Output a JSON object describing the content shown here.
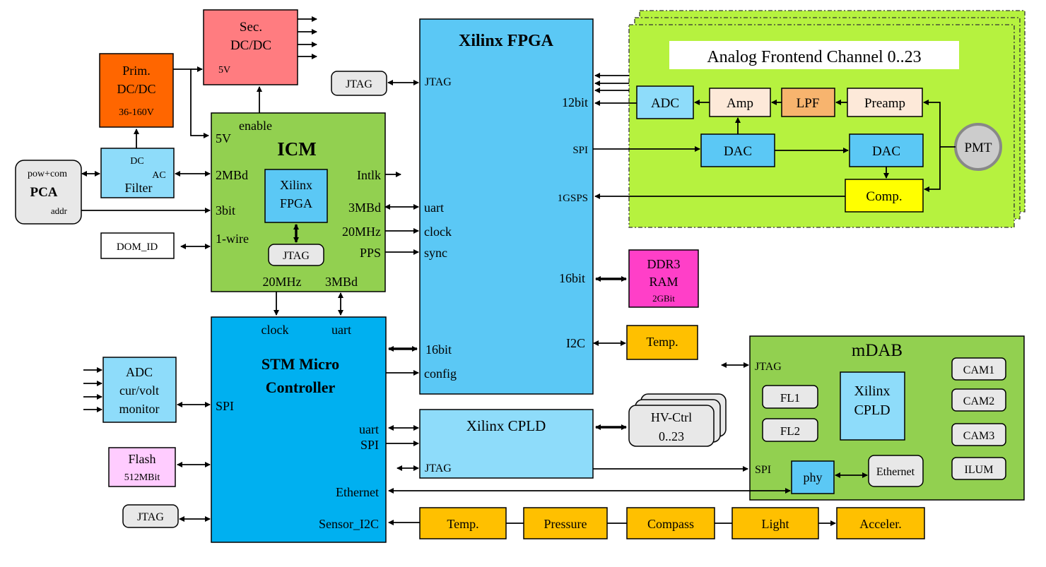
{
  "colors": {
    "fpga_blue": "#5BC8F5",
    "stm_blue": "#00B0F0",
    "icm_green": "#92D050",
    "mdab_green": "#92D050",
    "afe_green": "#B6F23F",
    "light_blue": "#8EDCFA",
    "prim_orange": "#FF6600",
    "sec_red": "#FF7C80",
    "sensor_orange": "#FFC000",
    "ddr_magenta": "#FF3FC8",
    "flash_pink": "#FFCCFF",
    "amp_cream": "#FDE9D9",
    "lpf_orange": "#F7B46E",
    "comp_yellow": "#FFFF00",
    "gray_box": "#E8E8E8",
    "pmt_gray": "#CCCCCC"
  },
  "blocks": {
    "sec_dcdc": {
      "line1": "Sec.",
      "line2": "DC/DC",
      "port_5v": "5V"
    },
    "prim_dcdc": {
      "line1": "Prim.",
      "line2": "DC/DC",
      "line3": "36-160V"
    },
    "filter": {
      "dc": "DC",
      "ac": "AC",
      "name": "Filter"
    },
    "pca": {
      "top": "pow+com",
      "name": "PCA",
      "addr": "addr"
    },
    "dom_id": {
      "label": "DOM_ID"
    },
    "jtag_fpga": {
      "label": "JTAG"
    },
    "icm": {
      "title": "ICM",
      "enable": "enable",
      "port_5v": "5V",
      "port_2mbd": "2MBd",
      "port_3bit": "3bit",
      "port_1wire": "1-wire",
      "port_intlk": "Intlk",
      "port_3mbd": "3MBd",
      "port_20mhz": "20MHz",
      "port_pps": "PPS",
      "port_20mhz_bottom": "20MHz",
      "port_3mbd_bottom": "3MBd",
      "fpga_line1": "Xilinx",
      "fpga_line2": "FPGA",
      "jtag": "JTAG"
    },
    "fpga": {
      "title": "Xilinx FPGA",
      "jtag": "JTAG",
      "port_12bit": "12bit",
      "spi": "SPI",
      "port_1gsps": "1GSPS",
      "uart": "uart",
      "clock": "clock",
      "sync": "sync",
      "port_16bit": "16bit",
      "i2c": "I2C",
      "port_16bit_low": "16bit",
      "config": "config"
    },
    "afe": {
      "title": "Analog Frontend Channel 0..23",
      "adc": "ADC",
      "amp": "Amp",
      "lpf": "LPF",
      "preamp": "Preamp",
      "dac1": "DAC",
      "dac2": "DAC",
      "comp": "Comp.",
      "pmt": "PMT"
    },
    "ddr3": {
      "line1": "DDR3",
      "line2": "RAM",
      "line3": "2GBit"
    },
    "temp_fpga": {
      "label": "Temp."
    },
    "stm": {
      "title1": "STM Micro",
      "title2": "Controller",
      "clock": "clock",
      "uart_top": "uart",
      "spi": "SPI",
      "uart": "uart",
      "spi2": "SPI",
      "ethernet": "Ethernet",
      "sensor_i2c": "Sensor_I2C"
    },
    "adc_mon": {
      "line1": "ADC",
      "line2": "cur/volt",
      "line3": "monitor"
    },
    "flash": {
      "line1": "Flash",
      "line2": "512MBit"
    },
    "jtag_stm": {
      "label": "JTAG"
    },
    "cpld": {
      "title": "Xilinx CPLD",
      "jtag": "JTAG"
    },
    "hvctrl": {
      "line1": "HV-Ctrl",
      "line2": "0..23"
    },
    "mdab": {
      "title": "mDAB",
      "jtag": "JTAG",
      "fl1": "FL1",
      "fl2": "FL2",
      "cpld1": "Xilinx",
      "cpld2": "CPLD",
      "cam1": "CAM1",
      "cam2": "CAM2",
      "cam3": "CAM3",
      "ilum": "ILUM",
      "spi": "SPI",
      "phy": "phy",
      "ethernet": "Ethernet"
    },
    "sensors": [
      "Temp.",
      "Pressure",
      "Compass",
      "Light",
      "Acceler."
    ]
  }
}
